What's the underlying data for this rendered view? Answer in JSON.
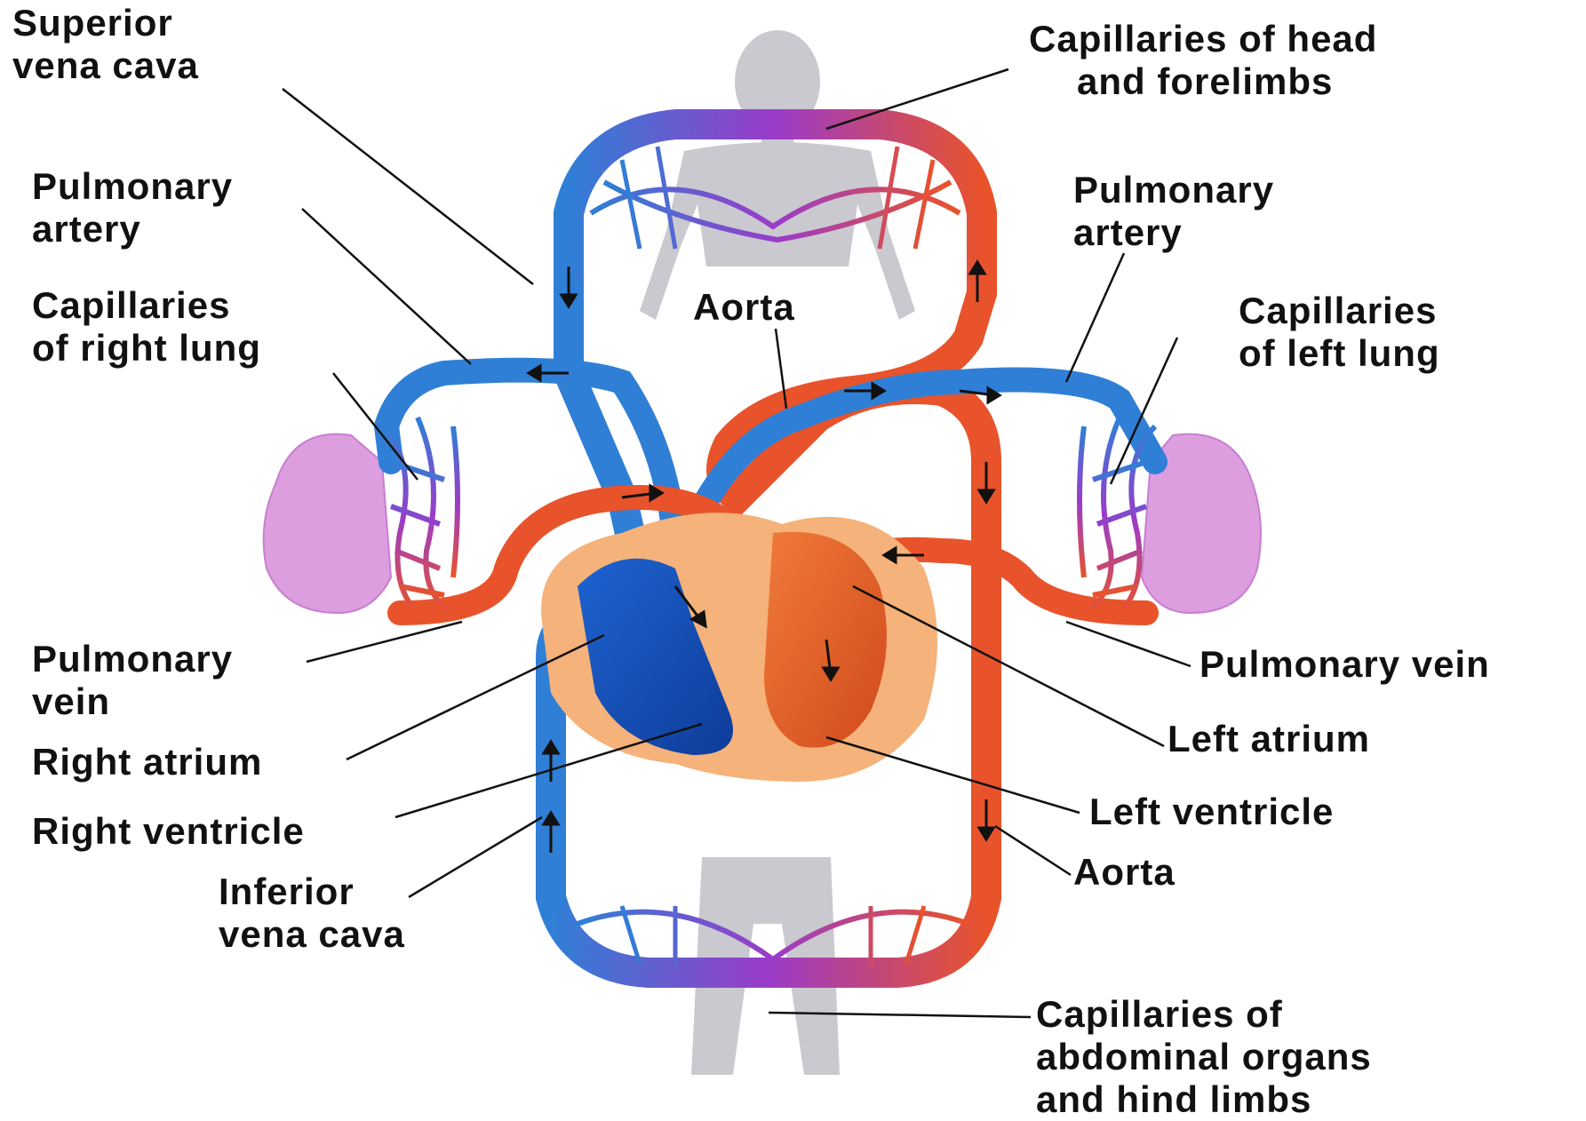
{
  "colors": {
    "vein": "#2f7fd6",
    "vein_dark": "#1b4fb0",
    "artery": "#e8532b",
    "artery_dark": "#c23a18",
    "capillary_mix": "#9b3bc9",
    "lung": "#dd9ee0",
    "heart_outer": "#f5b27a",
    "body": "#c9c9cf"
  },
  "labels": {
    "superior_vena_cava": [
      "Superior",
      "vena cava"
    ],
    "capillaries_head": [
      "Capillaries of head",
      "and forelimbs"
    ],
    "pulmonary_artery_left": [
      "Pulmonary",
      "artery"
    ],
    "pulmonary_artery_right": [
      "Pulmonary",
      "artery"
    ],
    "aorta_top": [
      "Aorta"
    ],
    "capillaries_right_lung": [
      "Capillaries",
      "of right lung"
    ],
    "capillaries_left_lung": [
      "Capillaries",
      "of left lung"
    ],
    "pulmonary_vein_left": [
      "Pulmonary",
      "vein"
    ],
    "pulmonary_vein_right": [
      "Pulmonary vein"
    ],
    "right_atrium": [
      "Right atrium"
    ],
    "left_atrium": [
      "Left atrium"
    ],
    "right_ventricle": [
      "Right ventricle"
    ],
    "left_ventricle": [
      "Left ventricle"
    ],
    "inferior_vena_cava": [
      "Inferior",
      "vena cava"
    ],
    "aorta_bottom": [
      "Aorta"
    ],
    "capillaries_abdominal": [
      "Capillaries of",
      "abdominal organs",
      "and hind limbs"
    ]
  }
}
